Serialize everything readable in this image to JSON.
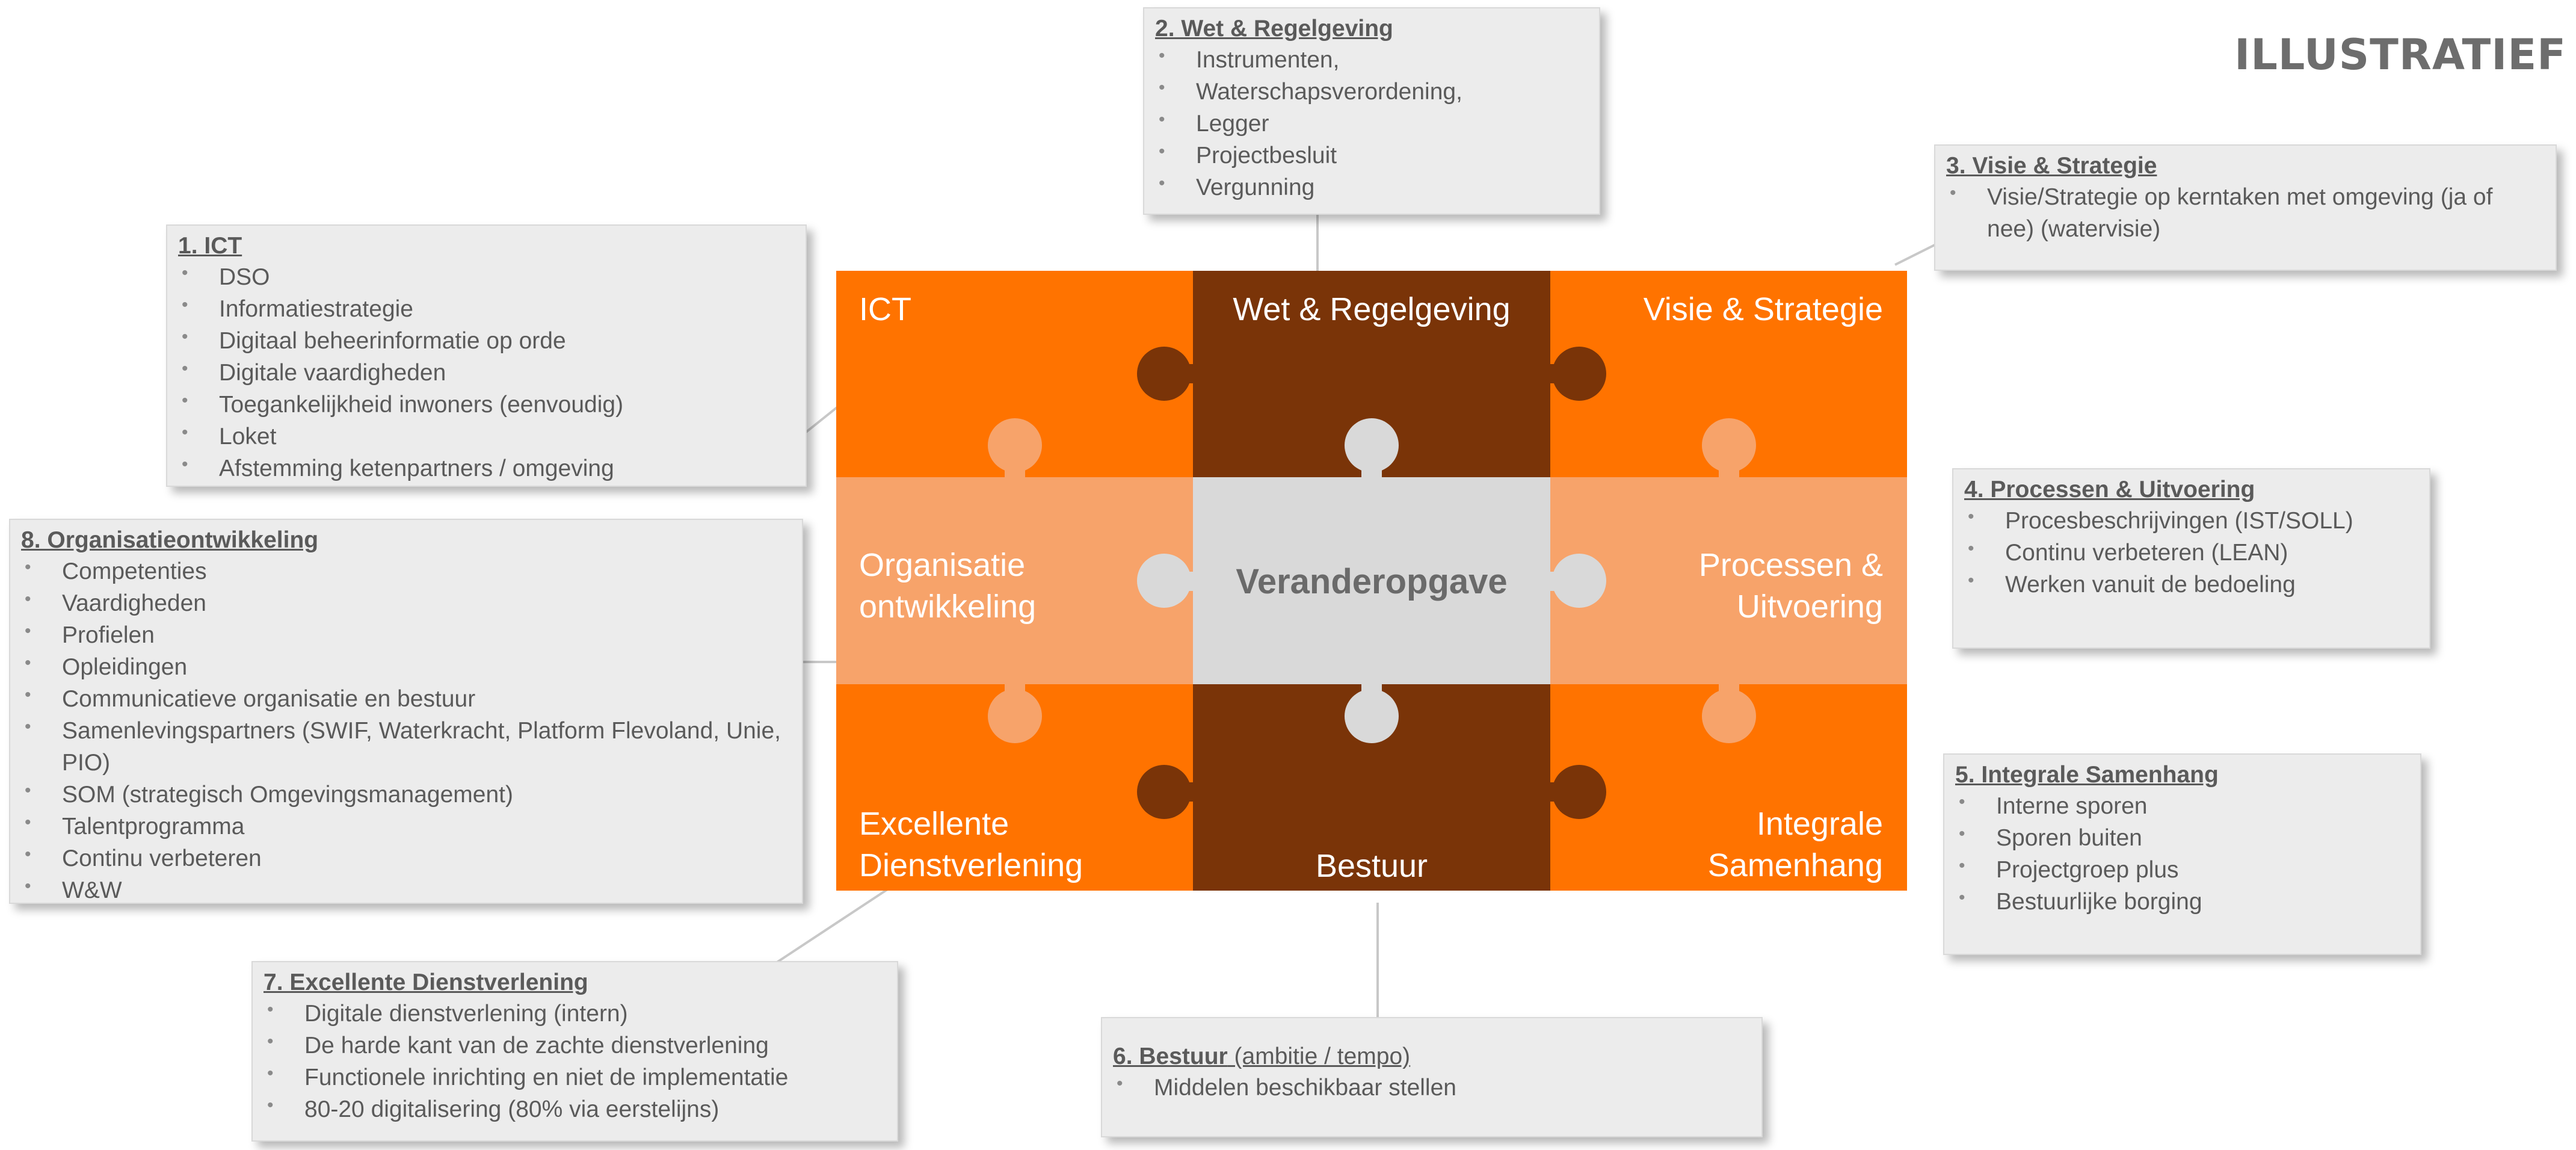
{
  "header": {
    "tag": "ILLUSTRATIEF"
  },
  "colors": {
    "orange": "#ff7300",
    "brown": "#7a3408",
    "light_orange": "#f7a36a",
    "center_grey": "#d9d9d9",
    "box_bg": "#ececec",
    "text_grey": "#5a5a5a"
  },
  "puzzle": {
    "ict": "ICT",
    "wet": "Wet & Regelgeving",
    "visie": "Visie & Strategie",
    "org_l1": "Organisatie",
    "org_l2": "ontwikkeling",
    "center": "Veranderopgave",
    "proc_l1": "Processen &",
    "proc_l2": "Uitvoering",
    "exc_l1": "Excellente",
    "exc_l2": "Dienstverlening",
    "bestuur": "Bestuur",
    "int_l1": "Integrale",
    "int_l2": "Samenhang"
  },
  "boxes": {
    "ict": {
      "title": "1. ICT",
      "items": [
        "DSO",
        "Informatiestrategie",
        "Digitaal beheerinformatie op orde",
        "Digitale vaardigheden",
        "Toegankelijkheid inwoners (eenvoudig)",
        "Loket",
        "Afstemming ketenpartners / omgeving"
      ]
    },
    "wet": {
      "title": "2. Wet & Regelgeving",
      "items": [
        "Instrumenten,",
        "Waterschapsverordening,",
        "Legger",
        "Projectbesluit",
        "Vergunning"
      ]
    },
    "visie": {
      "title": "3. Visie & Strategie",
      "items": [
        "Visie/Strategie op kerntaken met omgeving (ja of nee) (watervisie)"
      ]
    },
    "proc": {
      "title": "4. Processen & Uitvoering",
      "items": [
        "Procesbeschrijvingen (IST/SOLL)",
        "Continu verbeteren (LEAN)",
        "Werken vanuit de bedoeling"
      ]
    },
    "int": {
      "title": "5. Integrale Samenhang",
      "items": [
        "Interne sporen",
        "Sporen buiten",
        "Projectgroep plus",
        "Bestuurlijke borging"
      ]
    },
    "bestuur": {
      "title": "6. Bestuur",
      "title_suffix": " (ambitie / tempo)",
      "items": [
        "Middelen beschikbaar stellen"
      ]
    },
    "exc": {
      "title": "7. Excellente Dienstverlening",
      "items": [
        "Digitale dienstverlening (intern)",
        "De harde kant van de zachte dienstverlening",
        "Functionele inrichting en niet de implementatie",
        "80-20 digitalisering (80% via eerstelijns)"
      ]
    },
    "org": {
      "title": "8. Organisatieontwikkeling",
      "items": [
        "Competenties",
        "Vaardigheden",
        "Profielen",
        "Opleidingen",
        "Communicatieve organisatie en bestuur",
        "Samenlevingspartners (SWIF, Waterkracht, Platform Flevoland, Unie, PIO)",
        "SOM (strategisch Omgevingsmanagement)",
        "Talentprogramma",
        "Continu verbeteren",
        "W&W"
      ]
    }
  }
}
